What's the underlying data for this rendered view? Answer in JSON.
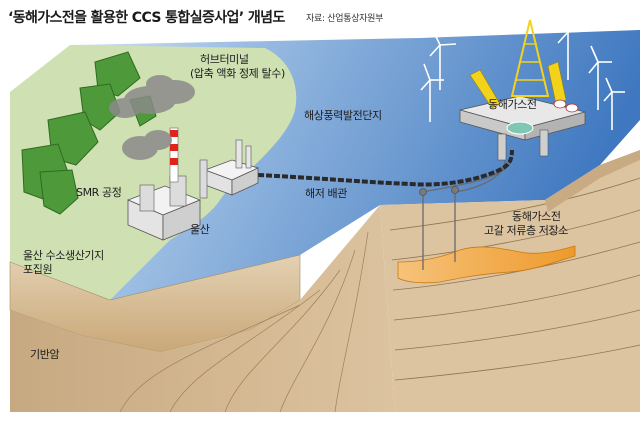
{
  "title": "‘동해가스전을 활용한 CCS 통합실증사업’ 개념도",
  "source": "자료: 산업통상자원부",
  "labels": {
    "hub_terminal_1": "허브터미널",
    "hub_terminal_2": "(압축 액화 정제 탈수)",
    "offshore_wind": "해상풍력발전단지",
    "platform": "동해가스전",
    "smr": "SMR 공정",
    "subsea_pipeline": "해저 배관",
    "ulsan": "울산",
    "hydrogen_base_1": "울산 수소생산기지",
    "hydrogen_base_2": "포집원",
    "reservoir_1": "동해가스전",
    "reservoir_2": "고갈 저류층 저장소",
    "bedrock": "기반암"
  },
  "colors": {
    "sea": "#4f84c7",
    "land": "#cfe1b2",
    "hills": "#4e9a3a",
    "soil": "#d9c09c",
    "bedrock": "#ccb08a",
    "reservoir": "#f0a03a",
    "pipeline": "#2a2a2a",
    "platform_yellow": "#f3d21c"
  }
}
